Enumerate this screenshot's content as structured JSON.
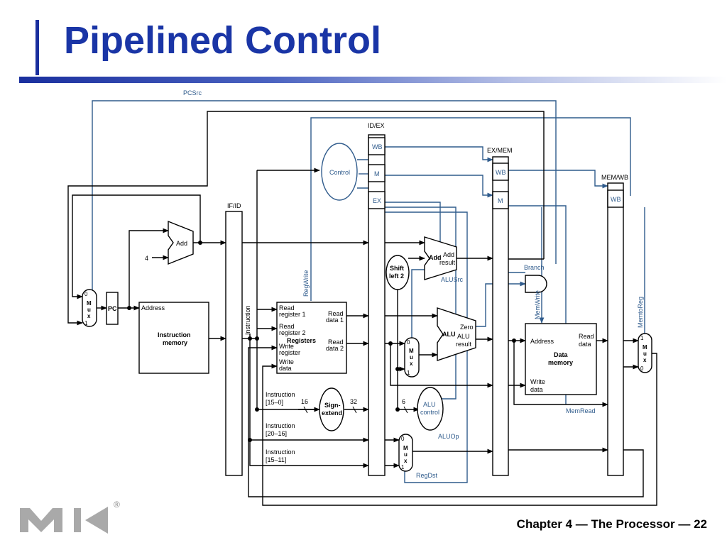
{
  "slide": {
    "title": "Pipelined Control",
    "footer": "Chapter 4 — The Processor — 22",
    "logo_letters": "MK",
    "logo_mark": "®"
  },
  "colors": {
    "title": "#1a35a6",
    "datapath": "#000000",
    "control": "#2f5b8c"
  },
  "diagram": {
    "pipeline_registers": {
      "if_id": "IF/ID",
      "id_ex": "ID/EX",
      "ex_mem": "EX/MEM",
      "mem_wb": "MEM/WB"
    },
    "pipeline_fields": {
      "wb": "WB",
      "m": "M",
      "ex": "EX"
    },
    "control_signals": {
      "pcsrc": "PCSrc",
      "regwrite": "RegWrite",
      "branch": "Branch",
      "memwrite": "MemWrite",
      "memtoreg": "MemtoReg",
      "alusrc": "ALUSrc",
      "aluop": "ALUOp",
      "memread": "MemRead",
      "regdst": "RegDst"
    },
    "units": {
      "control": "Control",
      "add": "Add",
      "four": "4",
      "pc": "PC",
      "registers": "Registers",
      "shift_left_2": [
        "Shift",
        "left 2"
      ],
      "sign_extend": [
        "Sign-",
        "extend"
      ],
      "alu": "ALU",
      "alu_control": [
        "ALU",
        "control"
      ],
      "zero": "Zero",
      "alu_result": [
        "ALU",
        "result"
      ],
      "add_result": [
        "Add",
        "result"
      ],
      "instruction_memory": [
        "Instruction",
        "memory"
      ],
      "data_memory": [
        "Data",
        "memory"
      ],
      "mux_letters": [
        "M",
        "u",
        "x"
      ],
      "mux_zero": "0",
      "mux_one": "1"
    },
    "ports": {
      "address": "Address",
      "instruction": "Instruction",
      "read_register_1": [
        "Read",
        "register 1"
      ],
      "read_register_2": [
        "Read",
        "register 2"
      ],
      "write_register": [
        "Write",
        "register"
      ],
      "write_data": [
        "Write",
        "data"
      ],
      "read_data_1": [
        "Read",
        "data 1"
      ],
      "read_data_2": [
        "Read",
        "data 2"
      ],
      "read_data": [
        "Read",
        "data"
      ]
    },
    "instruction_fields": {
      "f15_0": [
        "Instruction",
        "[15–0]"
      ],
      "f20_16": [
        "Instruction",
        "[20–16]"
      ],
      "f15_11": [
        "Instruction",
        "[15–11]"
      ]
    },
    "bus_widths": {
      "w16": "16",
      "w32": "32",
      "w6": "6"
    }
  }
}
